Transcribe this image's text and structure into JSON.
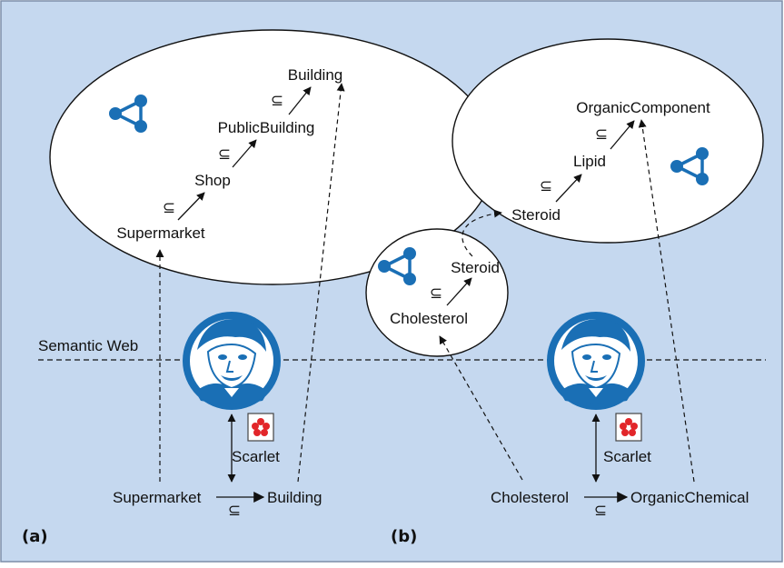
{
  "colors": {
    "background": "#c5d8ef",
    "border": "#7c8ea8",
    "ellipse_fill": "#ffffff",
    "line": "#111111",
    "ontology_icon": "#1a6fb5",
    "agent_blue": "#1a6fb5",
    "scarlet_red": "#e2262a"
  },
  "layer_label": "Semantic Web",
  "subset_symbol": "⊆",
  "panels": {
    "a": "(a)",
    "b": "(b)"
  },
  "panel_a": {
    "ontology": [
      "Supermarket",
      "Shop",
      "PublicBuilding",
      "Building"
    ],
    "local": {
      "source": "Supermarket",
      "target": "Building"
    },
    "agent_label": "Scarlet"
  },
  "panel_b": {
    "ontology_1": [
      "Cholesterol",
      "Steroid"
    ],
    "ontology_2": [
      "Steroid",
      "Lipid",
      "OrganicComponent"
    ],
    "local": {
      "source": "Cholesterol",
      "target": "OrganicChemical"
    },
    "agent_label": "Scarlet"
  },
  "icons": [
    "ontology-graph-icon",
    "agent-portrait-icon",
    "scarlet-logo-icon"
  ]
}
